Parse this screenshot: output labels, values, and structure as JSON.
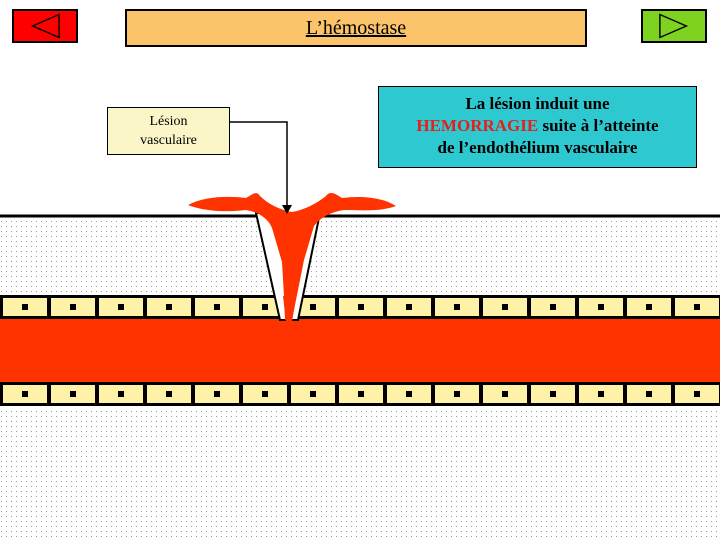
{
  "header": {
    "title": "L’hémostase",
    "prev_icon": "play-left-icon",
    "next_icon": "play-right-icon"
  },
  "lesion_label": {
    "line1": "Lésion",
    "line2": "vasculaire"
  },
  "info": {
    "line1": "La lésion induit  une",
    "highlight": "HEMORRAGIE",
    "line2_rest": " suite à l’atteinte",
    "line3": "de l’endothélium vasculaire"
  },
  "colors": {
    "title_bg": "#fbc36a",
    "prev_button": "#ff0000",
    "next_button": "#7ed321",
    "info_bg": "#2ec9d0",
    "label_bg": "#fbf6c8",
    "blood": "#ff3300",
    "endothelial_cell": "#fdf2a8",
    "highlight_text": "#e5201a"
  }
}
